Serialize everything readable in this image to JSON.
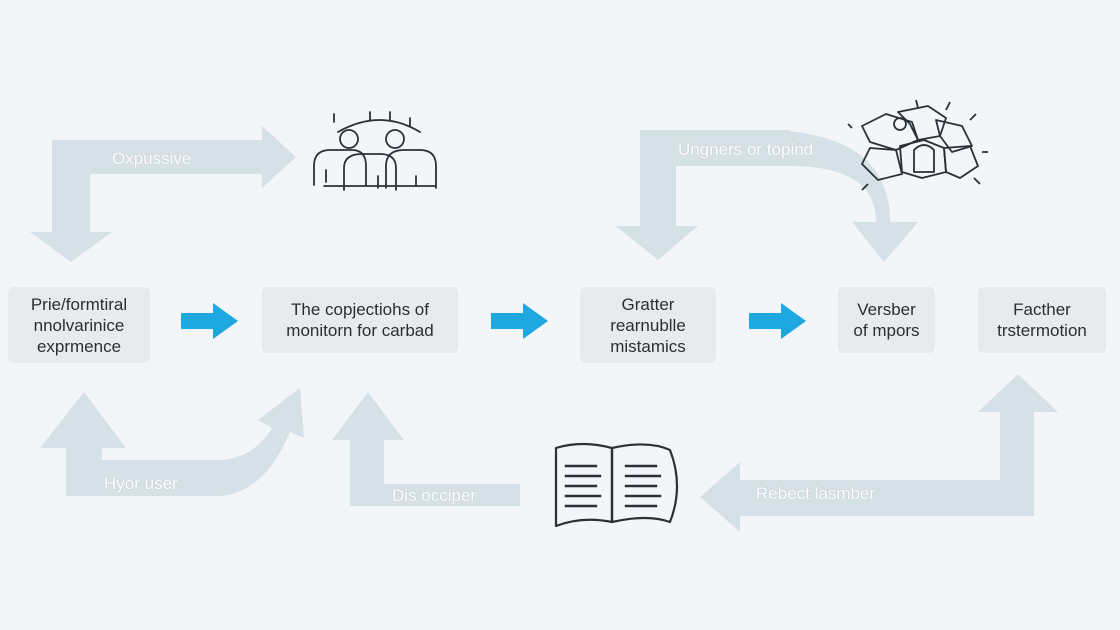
{
  "colors": {
    "background": "#f3f6f8",
    "node_fill": "#e8eaec",
    "flow_arrow": "#1fa7e0",
    "ghost_arrow": "#d6e1e7",
    "line_art": "#2b3138"
  },
  "nodes": [
    {
      "lines": [
        "Prie/formtiral",
        "nnolvarinice",
        "exprmence"
      ]
    },
    {
      "lines": [
        "The copjectiohs of",
        "monitorn for carbad"
      ]
    },
    {
      "lines": [
        "Gratter",
        "rearnublle",
        "mistamics"
      ]
    },
    {
      "lines": [
        "Versber",
        "of mpors"
      ]
    },
    {
      "lines": [
        "Facther",
        "trstermotion"
      ]
    }
  ],
  "arrow_labels": {
    "top_left": "Oxpussive",
    "top_right": "Ungners or topind",
    "bottom_left": "Hyor user",
    "bottom_middle": "Dis occiper",
    "bottom_right": "Rebect lasmber"
  },
  "icons": {
    "people": "people-group-icon",
    "puzzle": "puzzle-pieces-icon",
    "book": "open-book-icon",
    "flow_arrow": "right-arrow-icon"
  }
}
